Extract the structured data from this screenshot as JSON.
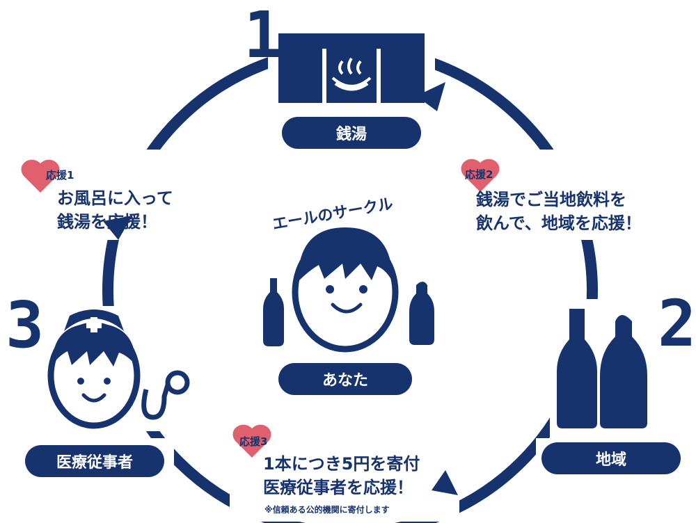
{
  "colors": {
    "navy": "#17336d",
    "heart": "#e0606e",
    "white": "#ffffff"
  },
  "center": {
    "arc_title": "エールのサークル",
    "label": "あなた"
  },
  "nodes": [
    {
      "number": "1",
      "label": "銭湯",
      "icon": "sento-noren-icon"
    },
    {
      "number": "2",
      "label": "地域",
      "icon": "bottles-icon"
    },
    {
      "number": "3",
      "label": "医療従事者",
      "icon": "nurse-icon"
    }
  ],
  "supports": [
    {
      "tag": "応援1",
      "lines": [
        "お風呂に入って",
        "銭湯を応援！"
      ]
    },
    {
      "tag": "応援2",
      "lines": [
        "銭湯でご当地飲料を",
        "飲んで、地域を応援！"
      ]
    },
    {
      "tag": "応援3",
      "lines": [
        "1本につき5円を寄付",
        "医療従事者を応援！"
      ],
      "note": "※信頼ある公的機関に寄付します"
    }
  ]
}
